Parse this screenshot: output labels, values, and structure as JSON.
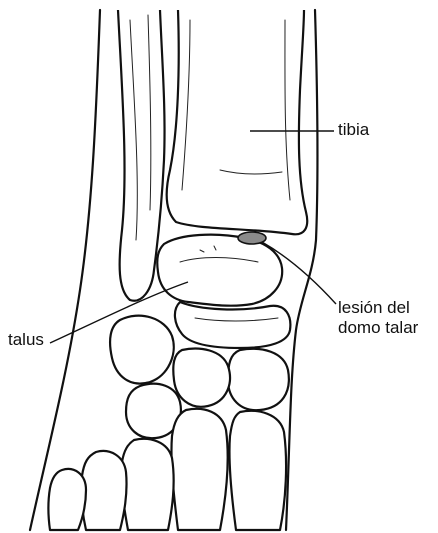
{
  "labels": {
    "tibia": "tibia",
    "lesion_line1": "lesión del",
    "lesion_line2": "domo talar",
    "talus": "talus"
  },
  "colors": {
    "outline": "#111111",
    "lesion": "#8a8a8a",
    "background": "#ffffff"
  }
}
